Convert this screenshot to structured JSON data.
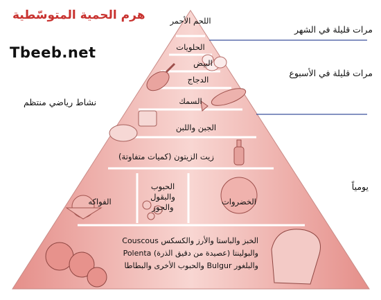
{
  "title": "هرم الحمية المتوسّطية",
  "logo": "Tbeeb.net",
  "frequency": {
    "monthly": "مرات قليلة في الشهر",
    "weekly": "مرات قليلة في الأسبوع",
    "daily": "يومياً"
  },
  "activity": "نشاط رياضي منتظم",
  "tiers": {
    "red_meat": "اللحم الأحمر",
    "sweets": "الحلويات",
    "eggs": "البيض",
    "poultry": "الدجاج",
    "fish": "السمك",
    "cheese_yogurt": "الجبن واللبن",
    "olive_oil": "زيت الزيتون (كميات متفاوتة)",
    "fruits": "الفواكه",
    "legumes": [
      "الحبوب",
      "والبقول",
      "والجوز"
    ],
    "vegetables": "الخضروات",
    "grains": [
      "الخبز والباستا والأرز والكسكس Couscous",
      "والبولينتا (عصيدة من دقيق الذرة) Polenta",
      "والبلغور Bulgur والحبوب الأخرى والبطاطا"
    ]
  },
  "colors": {
    "title": "#c8322f",
    "tier_light": "#f6d2cf",
    "tier_dark": "#e7948f",
    "divider_blue": "#3a4f9c"
  }
}
